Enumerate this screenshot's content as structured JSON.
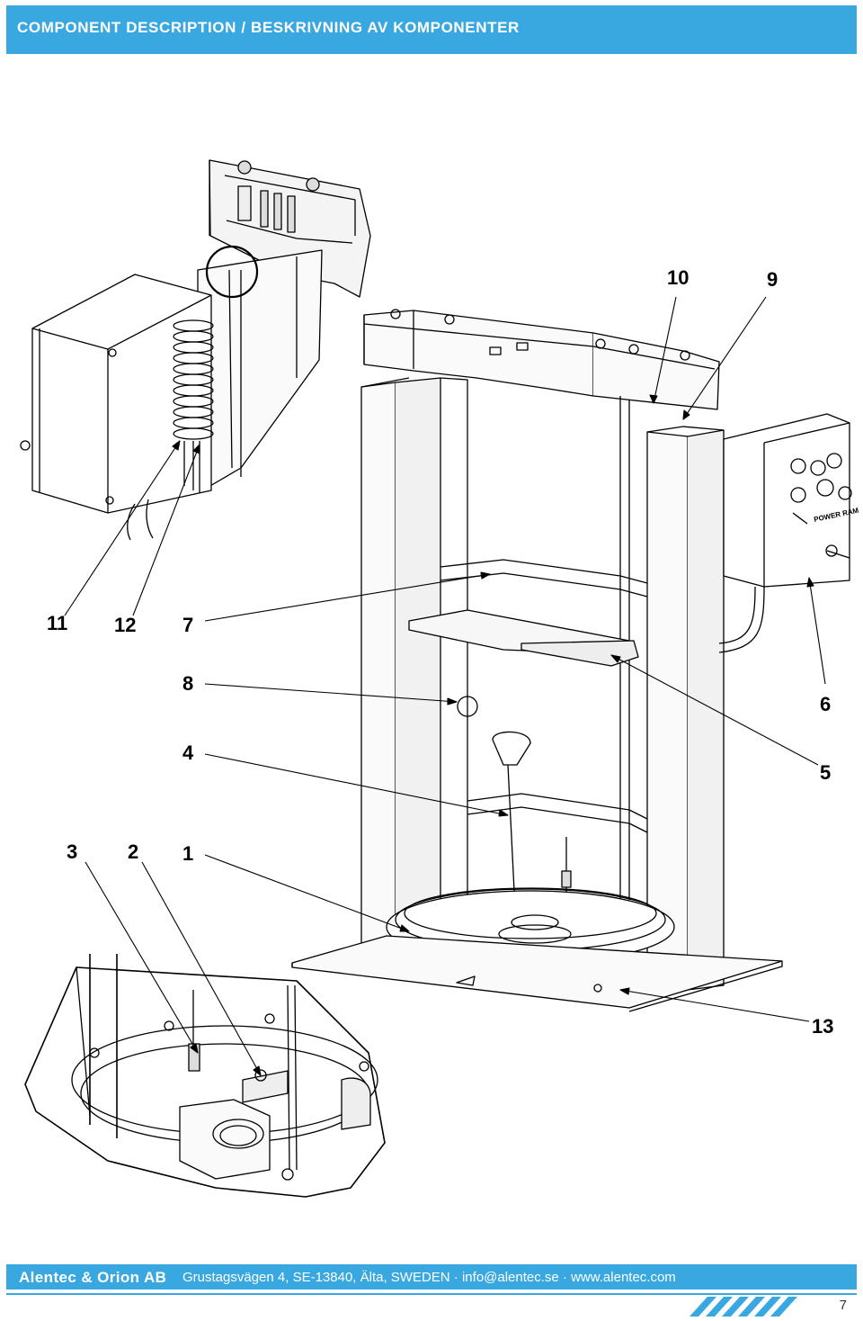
{
  "header": {
    "title": "COMPONENT DESCRIPTION / BESKRIVNING AV KOMPONENTER"
  },
  "drawing": {
    "callouts": [
      {
        "id": "c10",
        "label": "10"
      },
      {
        "id": "c9",
        "label": "9"
      },
      {
        "id": "c11",
        "label": "11"
      },
      {
        "id": "c12",
        "label": "12"
      },
      {
        "id": "c7",
        "label": "7"
      },
      {
        "id": "c8",
        "label": "8"
      },
      {
        "id": "c6",
        "label": "6"
      },
      {
        "id": "c4",
        "label": "4"
      },
      {
        "id": "c5",
        "label": "5"
      },
      {
        "id": "c3",
        "label": "3"
      },
      {
        "id": "c2",
        "label": "2"
      },
      {
        "id": "c1",
        "label": "1"
      },
      {
        "id": "c13",
        "label": "13"
      }
    ],
    "panel_text": "POWER RAM"
  },
  "footer": {
    "company": "Alentec & Orion AB",
    "address": "Grustagsvägen 4, SE-13840, Älta, SWEDEN · info@alentec.se · www.alentec.com",
    "page_number": "7"
  },
  "colors": {
    "accent": "#3aa8e0",
    "line": "#000000"
  }
}
